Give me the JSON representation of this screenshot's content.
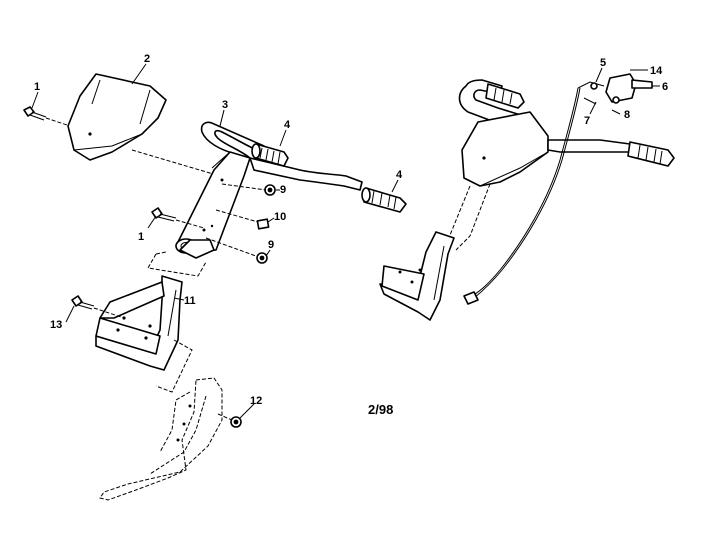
{
  "diagram": {
    "date_code": "2/98",
    "callouts": {
      "c1a": "1",
      "c2": "2",
      "c3": "3",
      "c4a": "4",
      "c4b": "4",
      "c9a": "9",
      "c10": "10",
      "c1b": "1",
      "c9b": "9",
      "c11": "11",
      "c13": "13",
      "c12": "12",
      "c5": "5",
      "c14": "14",
      "c6": "6",
      "c7": "7",
      "c8": "8"
    }
  }
}
